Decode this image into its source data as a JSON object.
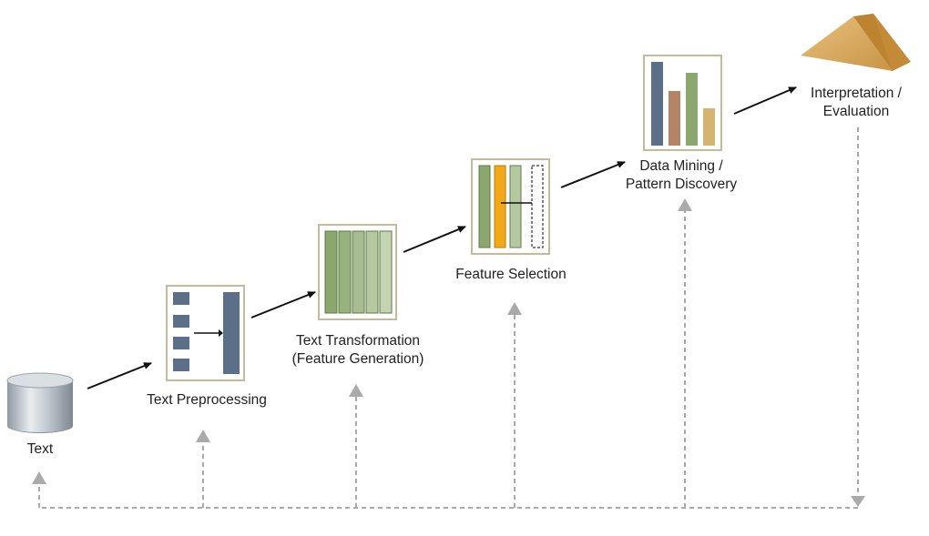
{
  "stages": [
    {
      "id": "text",
      "lines": [
        "Text"
      ]
    },
    {
      "id": "preprocessing",
      "lines": [
        "Text Preprocessing"
      ]
    },
    {
      "id": "transformation",
      "lines": [
        "Text Transformation",
        "(Feature Generation)"
      ]
    },
    {
      "id": "selection",
      "lines": [
        "Feature Selection"
      ]
    },
    {
      "id": "mining",
      "lines": [
        "Data Mining /",
        "Pattern Discovery"
      ]
    },
    {
      "id": "interpretation",
      "lines": [
        "Interpretation /",
        "Evaluation"
      ]
    }
  ],
  "colors": {
    "slate": "#5b7088",
    "green_dark": "#8ba76e",
    "green_light": "#b5c9a0",
    "orange": "#f2a817",
    "rust": "#b58366",
    "tan": "#d4b470",
    "frame_border": "#c8b99a",
    "feedback_line": "#aaaaaa",
    "arrow": "#111111",
    "cylinder": "#a9b3bb",
    "pyramid": "#d9a85a"
  },
  "icons": {
    "text": "database-cylinder-icon",
    "preprocessing": "preprocessing-icon",
    "transformation": "feature-columns-icon",
    "selection": "feature-selection-icon",
    "mining": "bar-chart-icon",
    "interpretation": "pyramid-icon"
  }
}
